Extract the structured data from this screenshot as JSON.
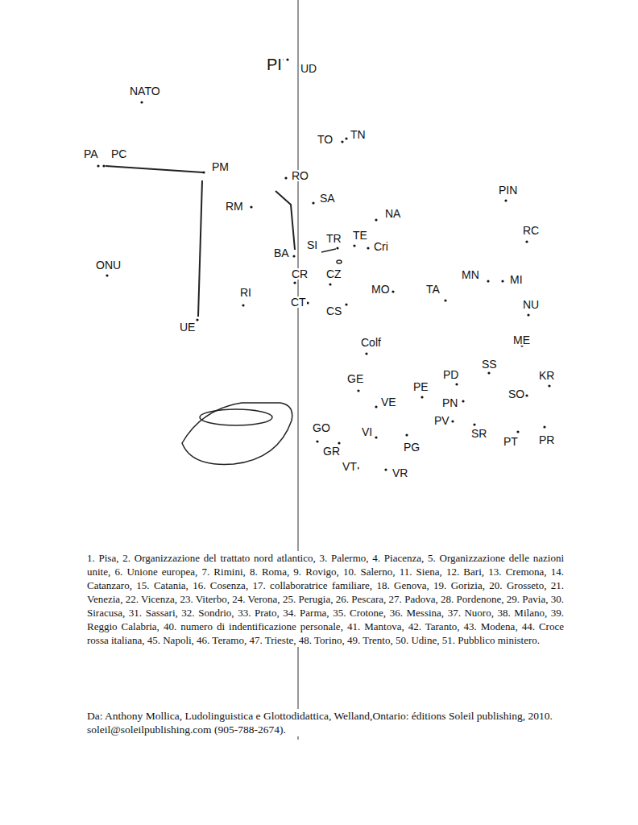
{
  "diagram": {
    "caption": "Da: Anthony Mollica, Ludolinguistica e Glottodidattica, Welland,Ontario: éditions Soleil publishing, 2010. soleil@soleilpublishing.com (905-788-2674).",
    "labels": [
      "PI",
      "UD",
      "NATO",
      "PA",
      "PC",
      "PM",
      "RM",
      "ONU",
      "UE",
      "RI",
      "RO",
      "SA",
      "TO",
      "TN",
      "NA",
      "PIN",
      "RC",
      "SI",
      "TR",
      "TE",
      "Cri",
      "BA",
      "CR",
      "CZ",
      "CT",
      "CS",
      "MO",
      "TA",
      "MN",
      "MI",
      "NU",
      "ME",
      "Colf",
      "GE",
      "PE",
      "PD",
      "SS",
      "KR",
      "SO",
      "PN",
      "VE",
      "PV",
      "GO",
      "VI",
      "SR",
      "PT",
      "PR",
      "GR",
      "PG",
      "VT",
      "VR",
      "1. Pisa, 2. Organizzazione del trattato nord atlantico, 3. Palermo, 4. Piacenza, 5. Organizzazione delle nazioni unite, 6. Unione europea, 7. Rimini, 8. Roma, 9. Rovigo, 10. Salerno, 11. Siena, 12. Bari, 13. Cremona, 14. Catanzaro, 15. Catania, 16. Cosenza, 17. collaboratrice familiare, 18. Genova, 19. Gorizia, 20. Grosseto, 21. Venezia, 22. Vicenza, 23. Viterbo, 24. Verona, 25. Perugia, 26. Pescara, 27. Padova, 28. Pordenone, 29. Pavia, 30. Siracusa, 31. Sassari, 32. Sondrio, 33. Prato, 34. Parma, 35. Crotone, 36. Messina, 37. Nuoro, 38. Milano, 39. Reggio Calabria, 40. numero di indentificazione personale, 41. Mantova, 42. Taranto, 43. Modena, 44. Croce rossa italiana, 45. Napoli, 46. Teramo, 47. Trieste, 48. Torino, 49. Trento, 50. Udine, 51. Pubblico ministero."
    ]
  }
}
